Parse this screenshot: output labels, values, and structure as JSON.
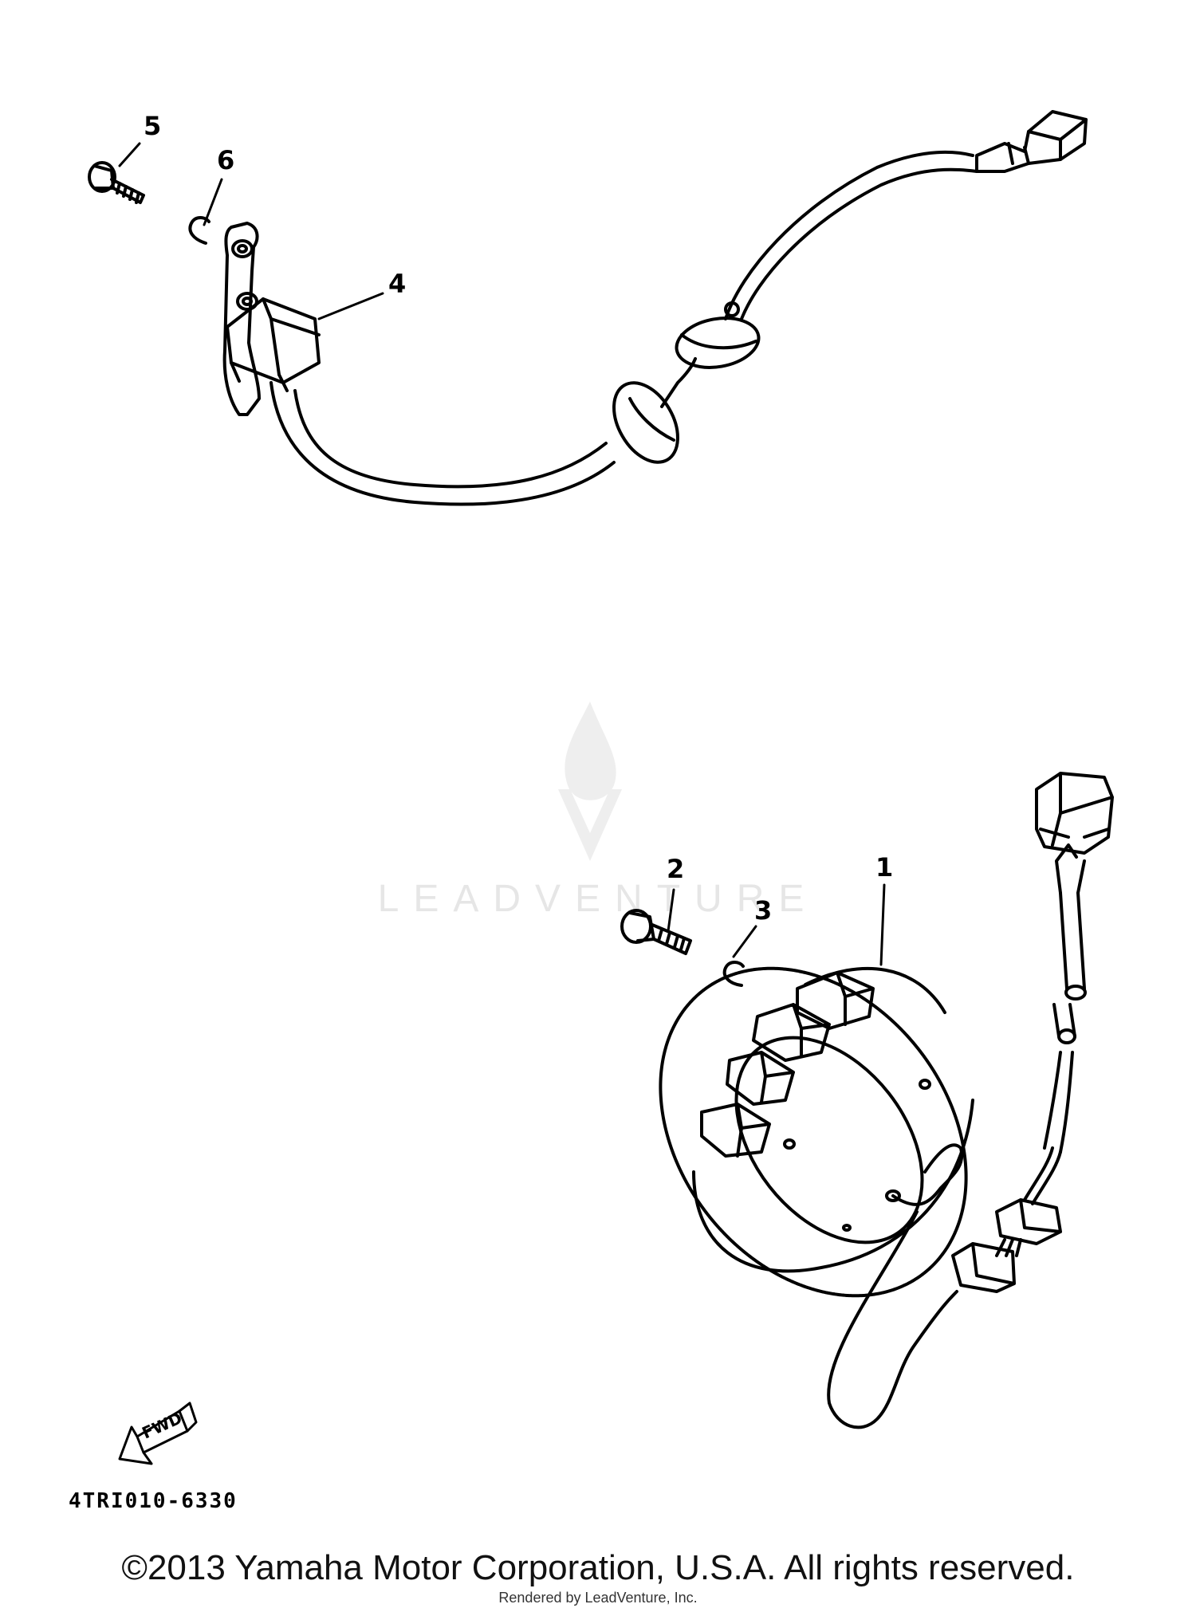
{
  "diagram": {
    "callouts": [
      {
        "id": "1",
        "label": "1"
      },
      {
        "id": "2",
        "label": "2"
      },
      {
        "id": "3",
        "label": "3"
      },
      {
        "id": "4",
        "label": "4"
      },
      {
        "id": "5",
        "label": "5"
      },
      {
        "id": "6",
        "label": "6"
      }
    ],
    "fwd_label": "FWD",
    "diagram_code": "4TRI010-6330"
  },
  "watermark": {
    "text": "LEADVENTURE"
  },
  "footer": {
    "copyright": "©2013 Yamaha Motor Corporation, U.S.A. All rights reserved.",
    "rendered_by": "Rendered by LeadVenture, Inc."
  }
}
